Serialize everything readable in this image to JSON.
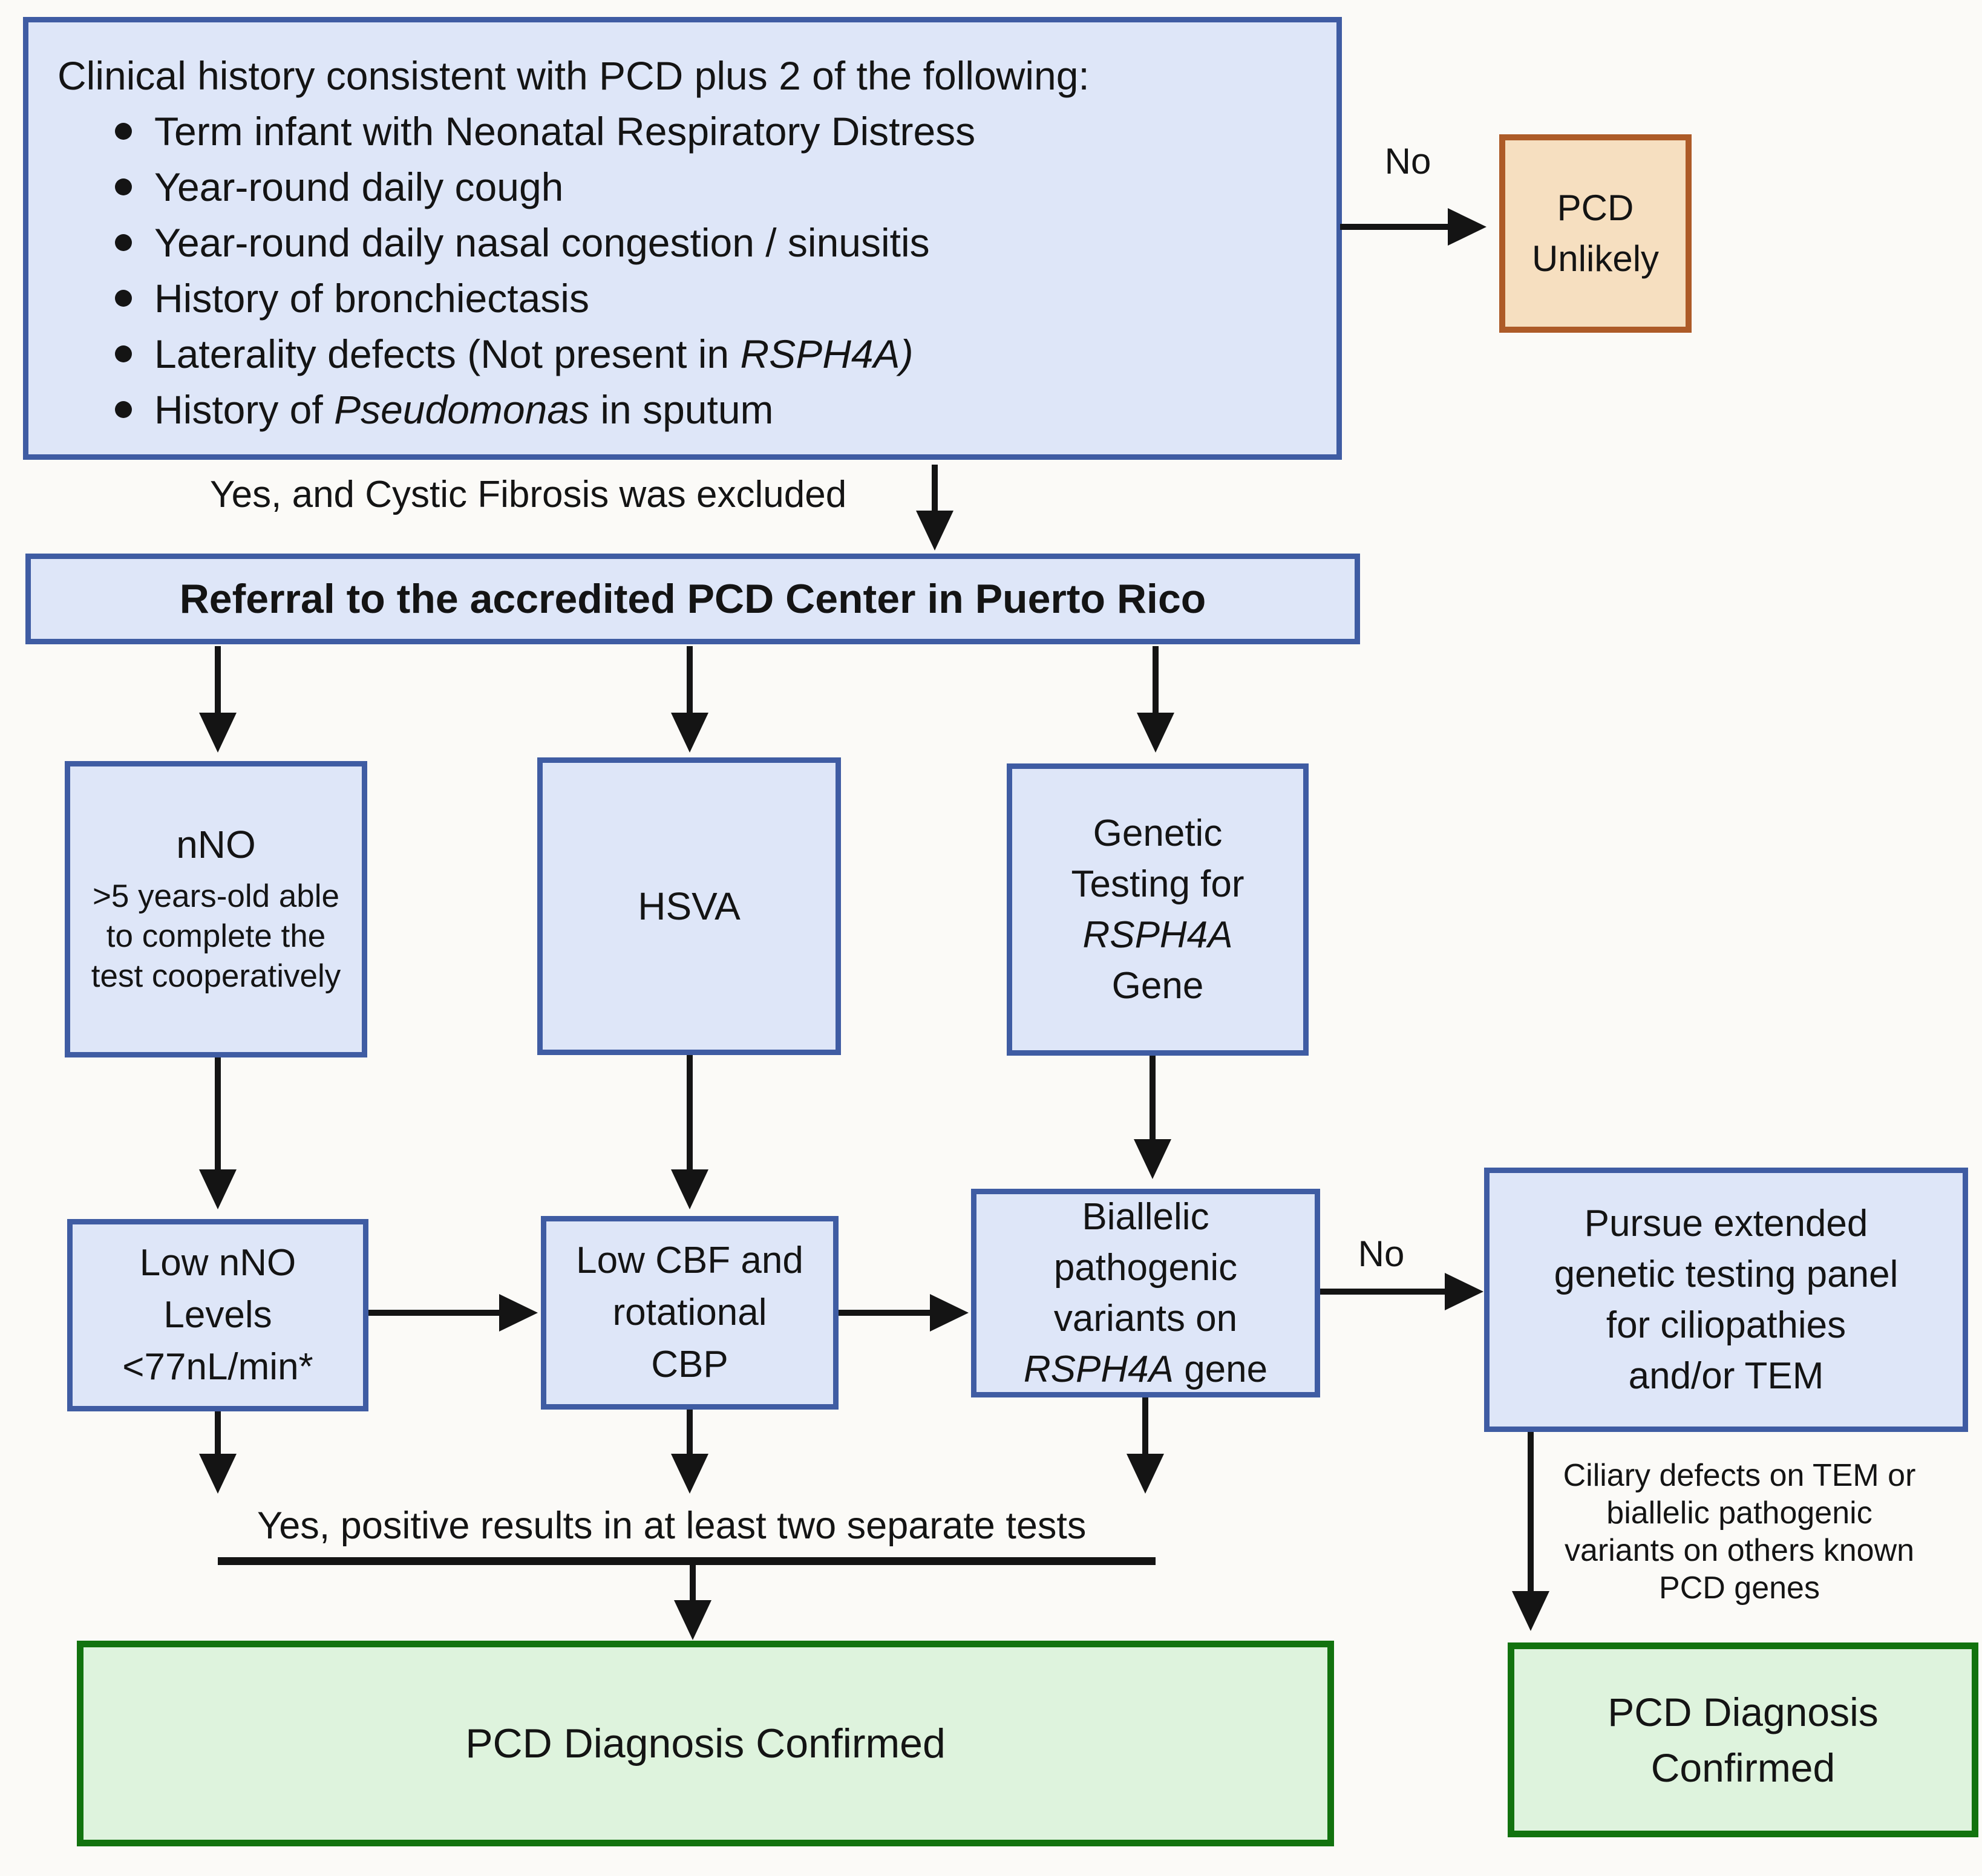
{
  "colors": {
    "box_blue_fill": "#dee6f8",
    "box_blue_border": "#3f5ca3",
    "box_orange_fill": "#f6dfc0",
    "box_orange_border": "#ad5b28",
    "box_green_fill": "#def3dd",
    "box_green_border": "#12730f",
    "arrow": "#141414",
    "text": "#141414",
    "background": "#fbfaf7"
  },
  "clinical_box": {
    "title": "Clinical history consistent with PCD plus 2 of the following:",
    "bullet1": "Term infant with Neonatal Respiratory Distress",
    "bullet2": "Year-round daily cough",
    "bullet3": "Year-round daily nasal congestion / sinusitis",
    "bullet4": "History of bronchiectasis",
    "bullet5_pre": "Laterality defects (Not present in ",
    "bullet5_italic": "RSPH4A)",
    "bullet6_pre": "History of ",
    "bullet6_italic": "Pseudomonas",
    "bullet6_post": " in sputum"
  },
  "labels": {
    "no_top": "No",
    "no_mid": "No",
    "yes_cf": "Yes, and Cystic Fibrosis was excluded",
    "yes_two_tests": "Yes, positive results in at least two separate tests"
  },
  "pcd_unlikely": {
    "line1": "PCD",
    "line2": "Unlikely"
  },
  "referral": {
    "text": "Referral to the accredited PCD Center in Puerto Rico"
  },
  "tests": {
    "nno": {
      "title": "nNO",
      "sub_line1": ">5 years-old able",
      "sub_line2": "to complete the",
      "sub_line3": "test cooperatively"
    },
    "hsva": {
      "title": "HSVA"
    },
    "genetic": {
      "line1": "Genetic",
      "line2": "Testing for",
      "gene_italic": "RSPH4A",
      "line4": "Gene"
    }
  },
  "results": {
    "low_nno": {
      "line1": "Low nNO",
      "line2": "Levels",
      "line3": "<77nL/min*"
    },
    "low_cbf": {
      "line1": "Low CBF and",
      "line2": "rotational",
      "line3": "CBP"
    },
    "biallelic": {
      "line1": "Biallelic",
      "line2": "pathogenic",
      "line3": "variants on",
      "gene_italic": "RSPH4A",
      "line4_post": " gene"
    },
    "pursue": {
      "line1": "Pursue extended",
      "line2": "genetic testing panel",
      "line3": "for ciliopathies",
      "line4": "and/or TEM"
    }
  },
  "ciliary_note": {
    "line1": "Ciliary defects on TEM or",
    "line2": "biallelic pathogenic",
    "line3": "variants on others known",
    "line4": "PCD genes"
  },
  "outcomes": {
    "left": {
      "text": "PCD Diagnosis Confirmed"
    },
    "right": {
      "line1": "PCD Diagnosis",
      "line2": "Confirmed"
    }
  }
}
